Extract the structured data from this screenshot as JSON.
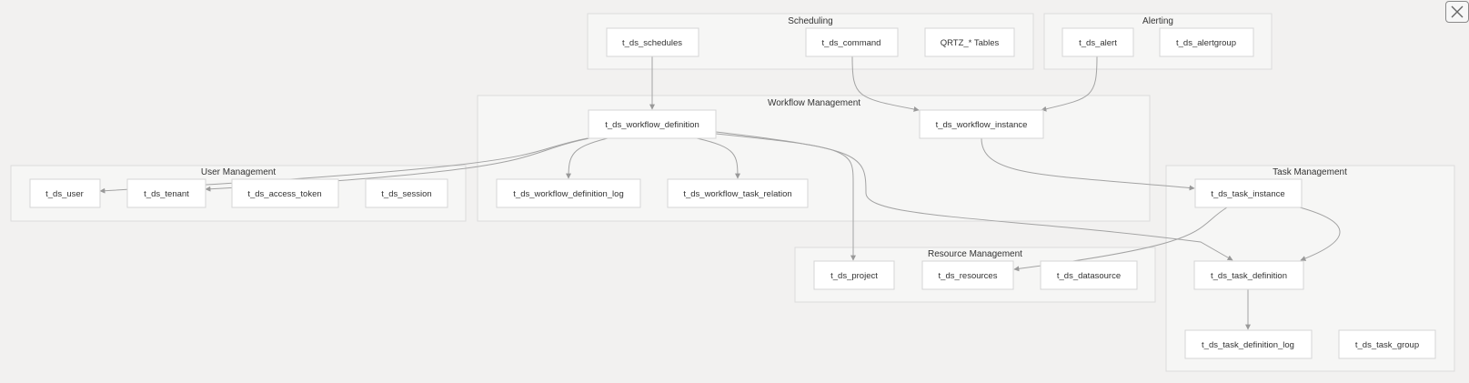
{
  "groups": {
    "scheduling": "Scheduling",
    "alerting": "Alerting",
    "workflow_management": "Workflow Management",
    "user_management": "User Management",
    "task_management": "Task Management",
    "resource_management": "Resource Management"
  },
  "nodes": {
    "t_ds_schedules": "t_ds_schedules",
    "t_ds_command": "t_ds_command",
    "qrtz_tables": "QRTZ_* Tables",
    "t_ds_alert": "t_ds_alert",
    "t_ds_alertgroup": "t_ds_alertgroup",
    "t_ds_workflow_definition": "t_ds_workflow_definition",
    "t_ds_workflow_instance": "t_ds_workflow_instance",
    "t_ds_workflow_definition_log": "t_ds_workflow_definition_log",
    "t_ds_workflow_task_relation": "t_ds_workflow_task_relation",
    "t_ds_user": "t_ds_user",
    "t_ds_tenant": "t_ds_tenant",
    "t_ds_access_token": "t_ds_access_token",
    "t_ds_session": "t_ds_session",
    "t_ds_task_instance": "t_ds_task_instance",
    "t_ds_task_definition": "t_ds_task_definition",
    "t_ds_task_definition_log": "t_ds_task_definition_log",
    "t_ds_task_group": "t_ds_task_group",
    "t_ds_project": "t_ds_project",
    "t_ds_resources": "t_ds_resources",
    "t_ds_datasource": "t_ds_datasource"
  },
  "edges": [
    {
      "from": "t_ds_schedules",
      "to": "t_ds_workflow_definition"
    },
    {
      "from": "t_ds_command",
      "to": "t_ds_workflow_instance"
    },
    {
      "from": "t_ds_alert",
      "to": "t_ds_workflow_instance"
    },
    {
      "from": "t_ds_workflow_definition",
      "to": "t_ds_workflow_definition_log"
    },
    {
      "from": "t_ds_workflow_definition",
      "to": "t_ds_workflow_task_relation"
    },
    {
      "from": "t_ds_workflow_definition",
      "to": "t_ds_tenant"
    },
    {
      "from": "t_ds_workflow_definition",
      "to": "t_ds_user"
    },
    {
      "from": "t_ds_workflow_definition",
      "to": "t_ds_project"
    },
    {
      "from": "t_ds_workflow_definition",
      "to": "t_ds_task_definition"
    },
    {
      "from": "t_ds_workflow_instance",
      "to": "t_ds_task_instance"
    },
    {
      "from": "t_ds_task_instance",
      "to": "t_ds_resources"
    },
    {
      "from": "t_ds_task_instance",
      "to": "t_ds_task_definition"
    },
    {
      "from": "t_ds_task_definition",
      "to": "t_ds_task_definition_log"
    }
  ],
  "close_icon": "close-icon"
}
